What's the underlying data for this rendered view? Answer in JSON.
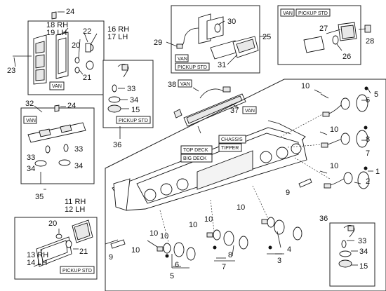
{
  "labels": {
    "p24a": "24",
    "p18": "18 RH",
    "p19": "19 LH",
    "p22": "22",
    "p16": "16 RH",
    "p17": "17 LH",
    "p20a": "20",
    "p21a": "21",
    "p23": "23",
    "van_a": "VAN",
    "p30": "30",
    "p29": "29",
    "van_b": "VAN",
    "pickup_b": "PICKUP STD",
    "p31": "31",
    "p25": "25",
    "van_c": "VAN",
    "pickup_c": "PICKUP STD",
    "p27": "27",
    "p28": "28",
    "p26": "26",
    "p33a": "33",
    "p34a": "34",
    "p15a": "15",
    "pickup_d": "PICKUP STD",
    "p36a": "36",
    "p38": "38",
    "van_e": "VAN",
    "p37": "37",
    "van_f": "VAN",
    "p32": "32",
    "p24b": "24",
    "van_g": "VAN",
    "p33b": "33",
    "p33c": "33",
    "p34b": "34",
    "p34c": "34",
    "p35": "35",
    "p10a": "10",
    "p5a": "5",
    "p6a": "6",
    "p10b": "10",
    "p8a": "8",
    "p7a": "7",
    "p10c": "10",
    "p2": "2",
    "p1": "1",
    "p11": "11 RH",
    "p12": "12 LH",
    "topdeck": "TOP DECK",
    "bigdeck": "BIG DECK",
    "chassis": "CHASSIS",
    "tipper": "TIPPER",
    "p9a": "9",
    "p20b": "20",
    "p13": "13 RH",
    "p14": "14 LH",
    "p21b": "21",
    "pickup_h": "PICKUP STD",
    "p9b": "9",
    "p10d": "10",
    "p10e": "10",
    "p10f": "10",
    "p10g": "10",
    "p10h": "10",
    "p10i": "10",
    "p6b": "6",
    "p5b": "5",
    "p8b": "8",
    "p7b": "7",
    "p4": "4",
    "p3": "3",
    "p36b": "36",
    "p33d": "33",
    "p34d": "34",
    "p15b": "15"
  }
}
